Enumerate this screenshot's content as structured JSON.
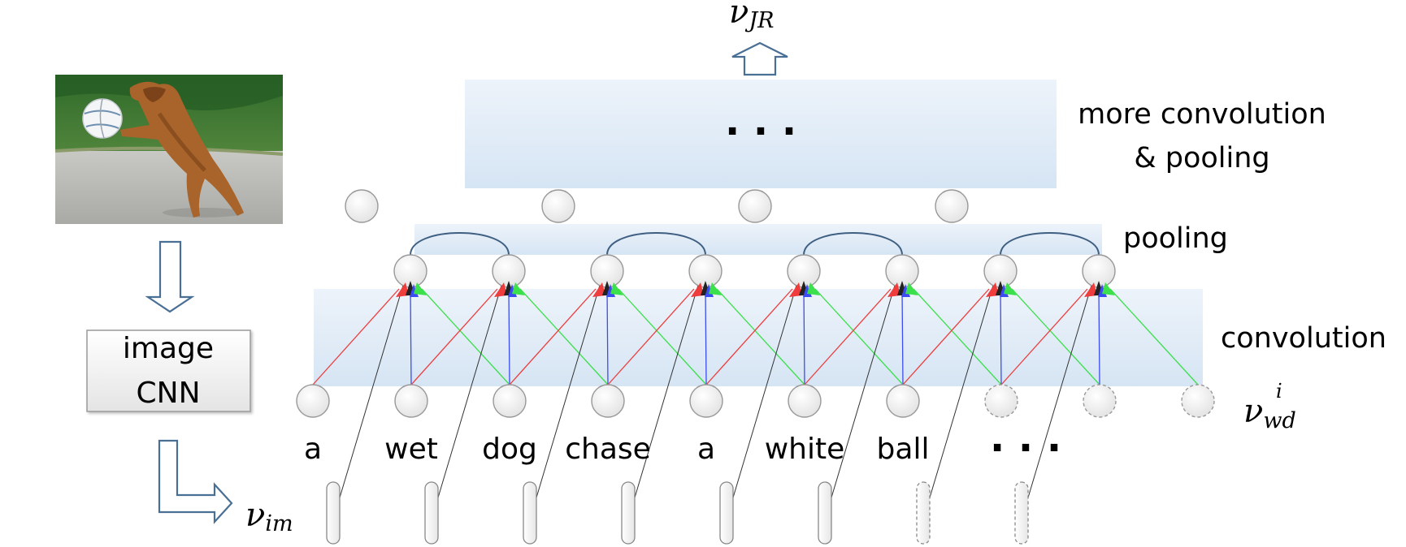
{
  "output_symbol": {
    "base": "ν",
    "sub": "JR"
  },
  "word_symbol": {
    "base": "ν",
    "sub": "wd",
    "sup": "i"
  },
  "image_symbol": {
    "base": "ν",
    "sub": "im"
  },
  "image_cnn_box": {
    "line1": "image",
    "line2": "CNN"
  },
  "layers": {
    "more": {
      "line1": "more convolution",
      "line2": "& pooling",
      "ellipsis": "· · ·"
    },
    "pooling": "pooling",
    "convolution": "convolution"
  },
  "sentence": {
    "words": [
      "a",
      "wet",
      "dog",
      "chase",
      "a",
      "white",
      "ball"
    ],
    "trailing": "· · ·"
  },
  "photo": {
    "icon": "dog-catching-ball-photo"
  },
  "colors": {
    "layer_fill": "#dde9f5",
    "arrow_stroke": "#4a6f95",
    "arc": "#3e5f82",
    "conv_red": "#ef3c3c",
    "conv_blue": "#3c4cf0",
    "conv_green": "#3ce04c",
    "node_fill": "#efefef",
    "node_stroke": "#999999"
  }
}
